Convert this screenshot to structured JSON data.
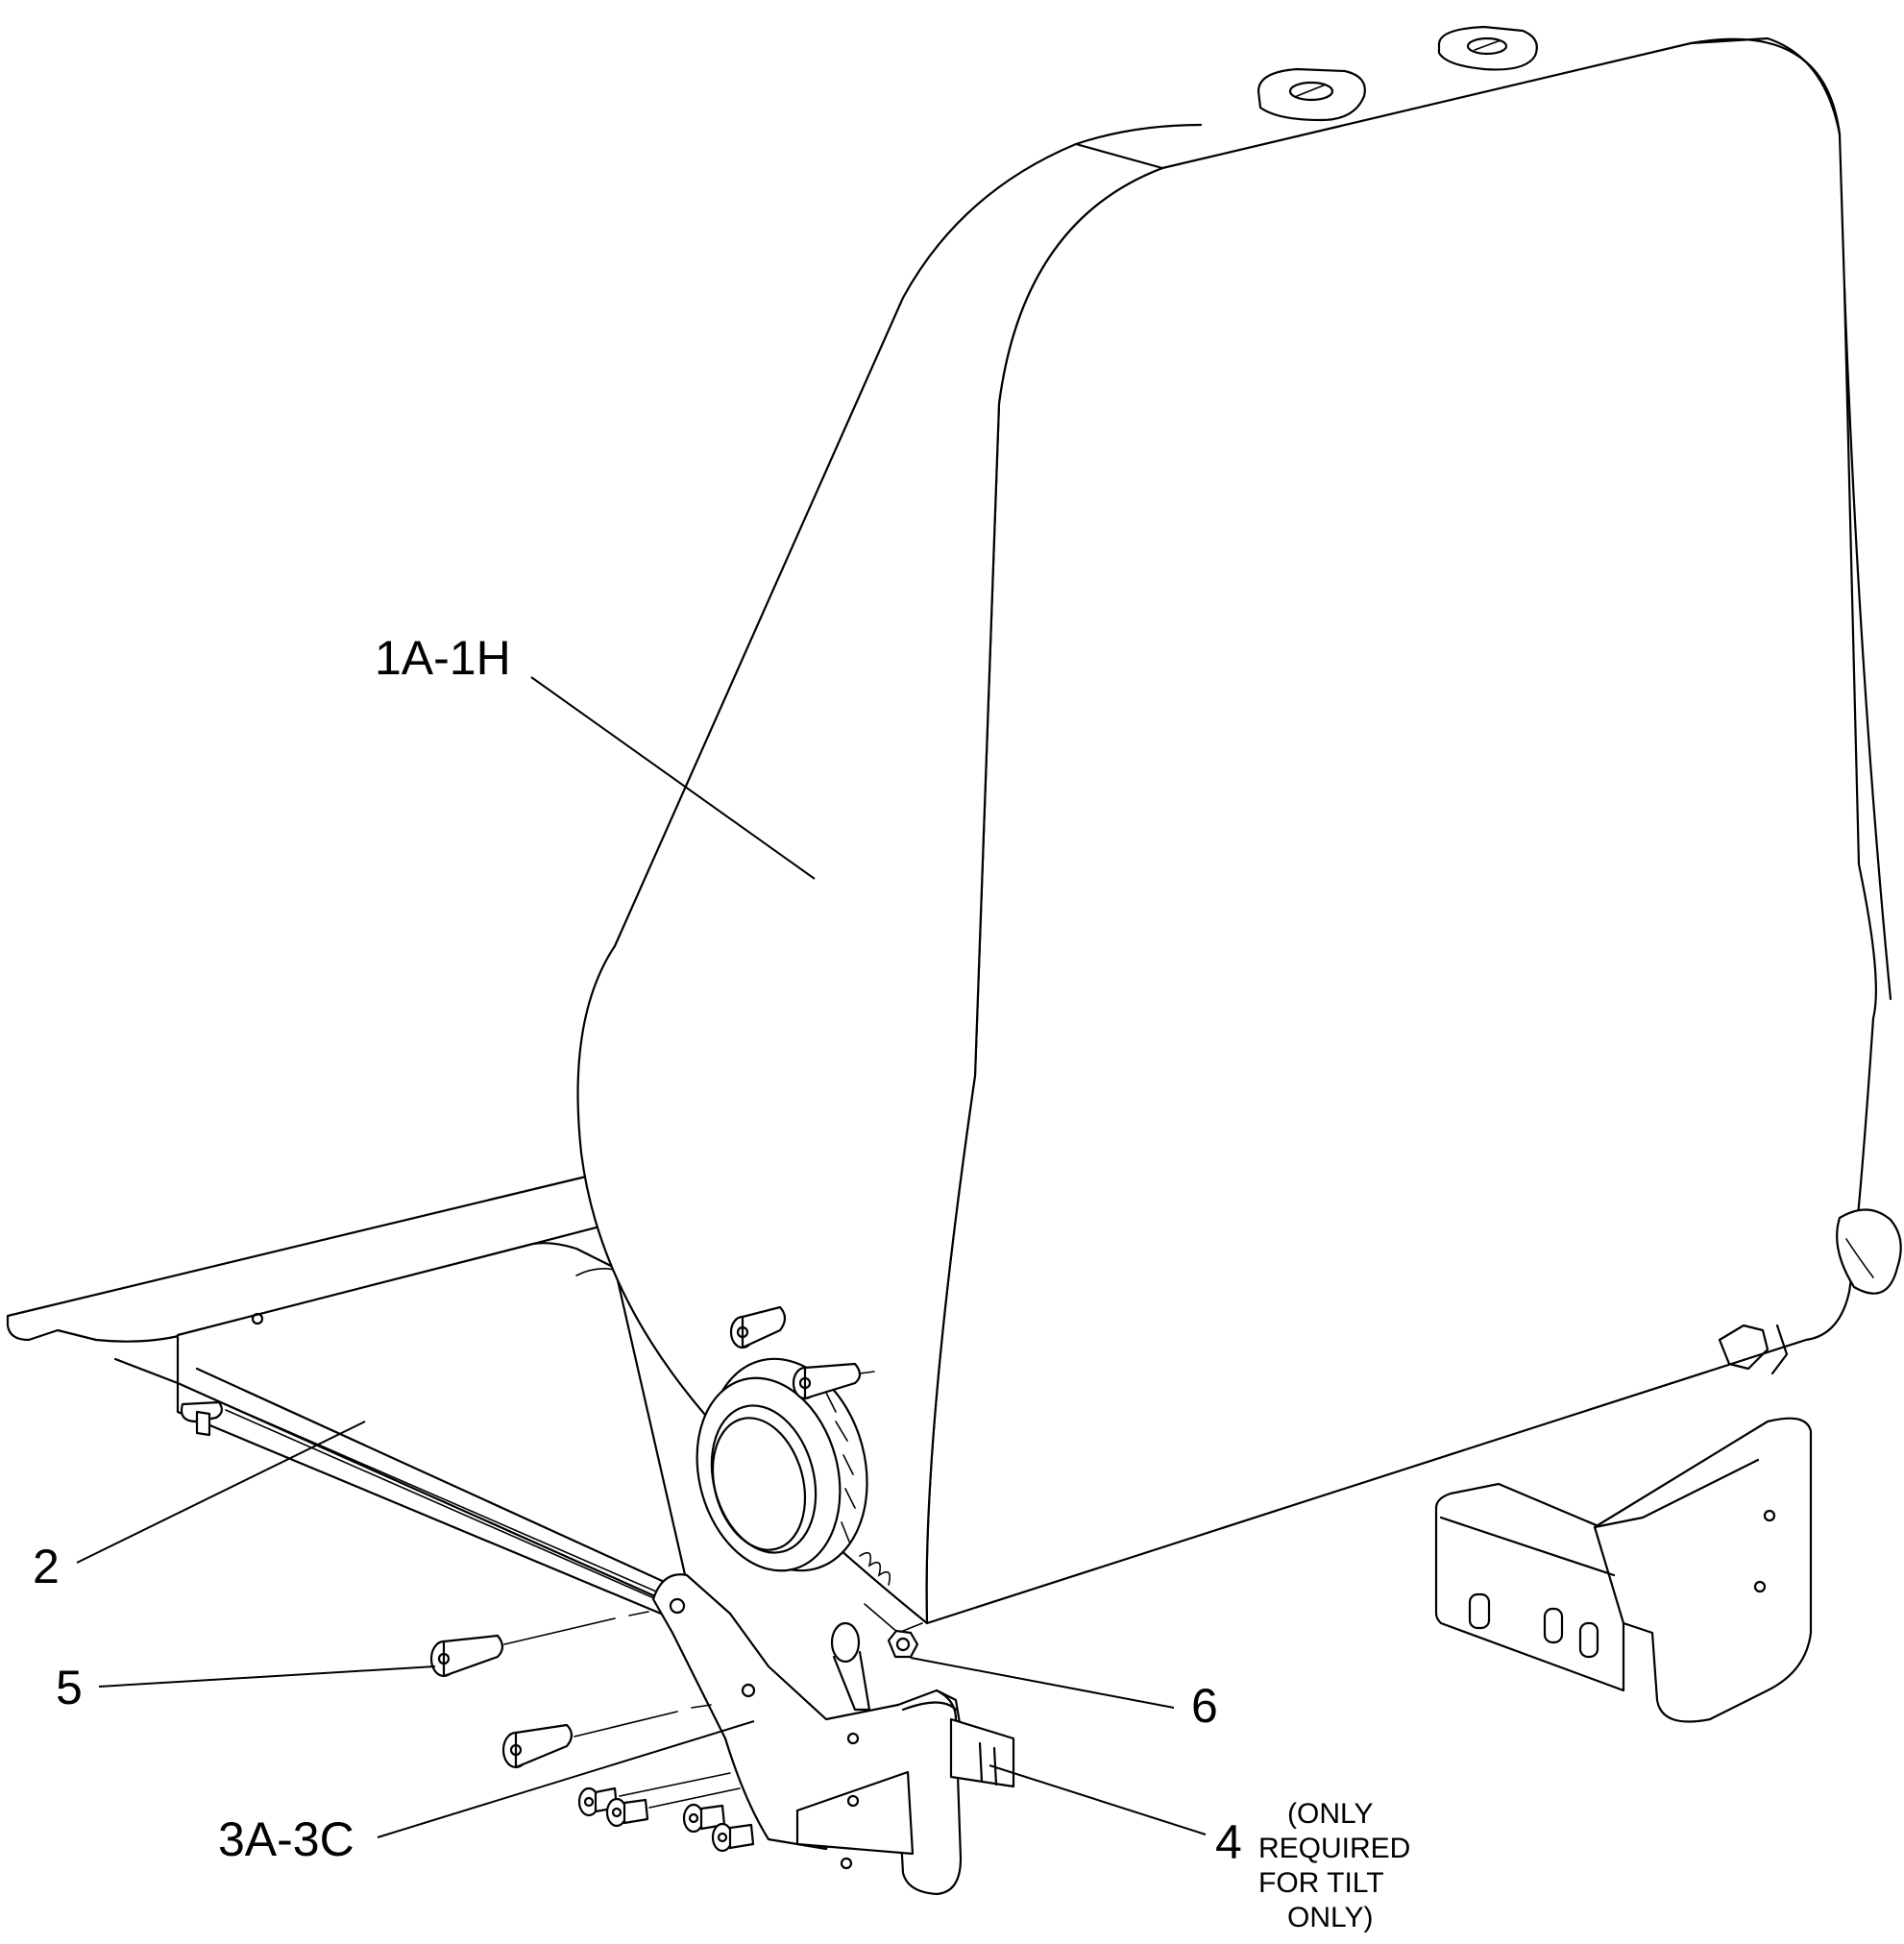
{
  "callouts": {
    "c1": "1A-1H",
    "c2": "2",
    "c3": "3A-3C",
    "c4": "4",
    "c5": "5",
    "c6": "6"
  },
  "note": {
    "line1": "(ONLY",
    "line2": "REQUIRED",
    "line3": "FOR TILT",
    "line4": "ONLY)"
  },
  "colors": {
    "line": "#000000",
    "background": "#ffffff"
  }
}
